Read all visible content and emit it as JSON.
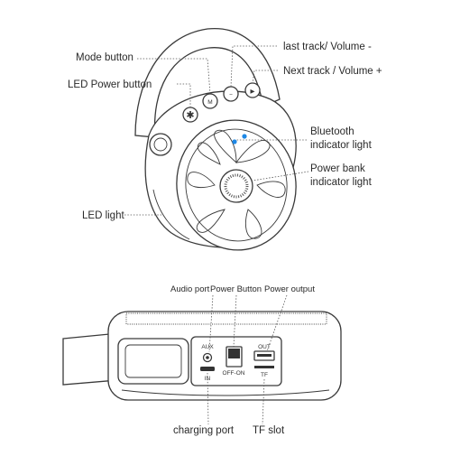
{
  "top_view": {
    "labels": {
      "mode_button": "Mode button",
      "led_power_button": "LED Power button",
      "led_light": "LED light",
      "last_track": "last track/ Volume -",
      "next_track": "Next track / Volume +",
      "bluetooth_line1": "Bluetooth",
      "bluetooth_line2": "indicator light",
      "powerbank_line1": "Power bank",
      "powerbank_line2": "indicator light"
    },
    "button_glyphs": {
      "mode": "M",
      "minus": "−",
      "next": "▶"
    },
    "indicator_color": "#1e88e5"
  },
  "side_view": {
    "labels": {
      "audio_port": "Audio port",
      "power_button": "Power Button",
      "power_output": "Power output",
      "charging_port": "charging port",
      "tf_slot": "TF slot"
    },
    "panel_text": {
      "aux": "AUX",
      "in": "IN",
      "off_on": "OFF-ON",
      "out": "OUT",
      "tf": "TF"
    }
  }
}
